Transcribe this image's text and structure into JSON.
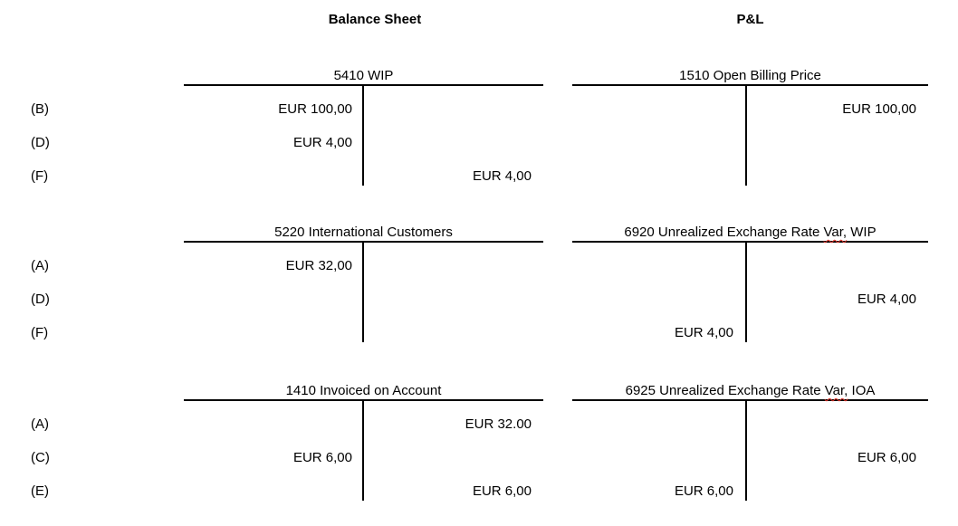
{
  "colors": {
    "background": "#ffffff",
    "text": "#000000",
    "line": "#000000",
    "spellcheck_underline": "#e8352a"
  },
  "column_headers": {
    "balance_sheet": "Balance Sheet",
    "pnl": "P&L"
  },
  "groups": [
    {
      "row_labels": [
        "(B)",
        "(D)",
        "(F)"
      ],
      "balance_sheet_account": {
        "title": "5410 WIP",
        "debit": [
          "EUR 100,00",
          "EUR 4,00",
          ""
        ],
        "credit": [
          "",
          "",
          "EUR 4,00"
        ]
      },
      "pnl_account": {
        "title": "1510 Open Billing Price",
        "debit": [
          "",
          "",
          ""
        ],
        "credit": [
          "EUR 100,00",
          "",
          ""
        ]
      }
    },
    {
      "row_labels": [
        "(A)",
        "(D)",
        "(F)"
      ],
      "balance_sheet_account": {
        "title": "5220 International Customers",
        "debit": [
          "EUR 32,00",
          "",
          ""
        ],
        "credit": [
          "",
          "",
          ""
        ]
      },
      "pnl_account": {
        "title_parts": {
          "pre": "6920 Unrealized Exchange Rate ",
          "misspelled": "Var,",
          "post": " WIP"
        },
        "debit": [
          "",
          "",
          "EUR 4,00"
        ],
        "credit": [
          "",
          "EUR 4,00",
          ""
        ]
      }
    },
    {
      "row_labels": [
        "(A)",
        "(C)",
        "(E)"
      ],
      "balance_sheet_account": {
        "title": "1410 Invoiced on Account",
        "debit": [
          "",
          "EUR 6,00",
          ""
        ],
        "credit": [
          "EUR 32.00",
          "",
          "EUR 6,00"
        ]
      },
      "pnl_account": {
        "title_parts": {
          "pre": "6925 Unrealized Exchange Rate ",
          "misspelled": "Var,",
          "post": " IOA"
        },
        "debit": [
          "",
          "",
          "EUR 6,00"
        ],
        "credit": [
          "",
          "EUR 6,00",
          ""
        ]
      }
    }
  ]
}
